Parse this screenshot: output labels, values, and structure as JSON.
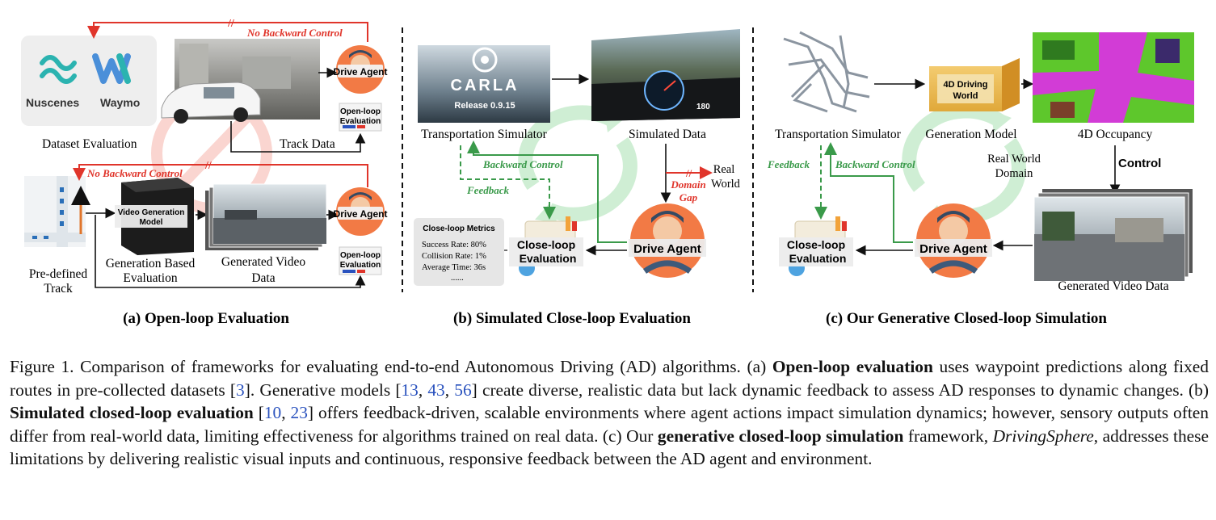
{
  "panel_a": {
    "logos": [
      "Nuscenes",
      "Waymo"
    ],
    "dataset_evaluation": "Dataset Evaluation",
    "no_backward_control_top": "No Backward Control",
    "no_backward_control_bottom": "No Backward Control",
    "drive_agent_top": "Drive Agent",
    "drive_agent_bottom": "Drive Agent",
    "openloop_eval_top": [
      "Open-loop",
      "Evaluation"
    ],
    "openloop_eval_bottom": [
      "Open-loop",
      "Evaluation"
    ],
    "track_data": "Track Data",
    "video_generation_model": [
      "Video Generation",
      "Model"
    ],
    "predefined_track": [
      "Pre-defined",
      "Track"
    ],
    "generation_based_evaluation": [
      "Generation Based",
      "Evaluation"
    ],
    "generated_video_data": [
      "Generated Video",
      "Data"
    ],
    "title": "(a) Open-loop Evaluation"
  },
  "panel_b": {
    "carla_logo": "CARLA",
    "carla_release": "Release 0.9.15",
    "transportation_simulator": "Transportation Simulator",
    "simulated_data": "Simulated Data",
    "backward_control": "Backward Control",
    "feedback": "Feedback",
    "domain_gap": [
      "Domain",
      "Gap"
    ],
    "real_world": [
      "Real",
      "World"
    ],
    "metrics_title": "Close-loop Metrics",
    "metrics": [
      "Success Rate: 80%",
      "Collision Rate: 1%",
      "Average Time: 36s",
      "......"
    ],
    "closeloop_eval": [
      "Close-loop",
      "Evaluation"
    ],
    "drive_agent": "Drive Agent",
    "gauge_speed": "180",
    "title": "(b) Simulated Close-loop Evaluation"
  },
  "panel_c": {
    "transportation_simulator": "Transportation Simulator",
    "driving_world": [
      "4D Driving",
      "World"
    ],
    "generation_model": "Generation Model",
    "occupancy": "4D Occupancy",
    "control": "Control",
    "real_world_domain": [
      "Real World",
      "Domain"
    ],
    "feedback": "Feedback",
    "backward_control": "Backward Control",
    "closeloop_eval": [
      "Close-loop",
      "Evaluation"
    ],
    "drive_agent": "Drive Agent",
    "generated_video_data": "Generated Video Data",
    "title": "(c) Our Generative Closed-loop Simulation"
  },
  "caption": {
    "lead": "Figure 1. Comparison of frameworks for evaluating end-to-end Autonomous Driving (AD) algorithms. (a) ",
    "open_loop_bold": "Open-loop evaluation",
    "t1": " uses waypoint predictions along fixed routes in pre-collected datasets [",
    "r3": "3",
    "t2": "]. Generative models [",
    "r13": "13",
    "c1": ", ",
    "r43": "43",
    "c2": ", ",
    "r56": "56",
    "t3": "] create diverse, realistic data but lack dynamic feedback to assess AD responses to dynamic changes. (b) ",
    "sim_bold": "Simulated closed-loop evaluation",
    "t4": " [",
    "r10": "10",
    "c3": ", ",
    "r23": "23",
    "t5": "] offers feedback-driven, scalable environments where agent actions impact simulation dynamics; however, sensory outputs often differ from real-world data, limiting effectiveness for algorithms trained on real data. (c) Our ",
    "gen_bold": "generative closed-loop simulation",
    "t6": " framework, ",
    "name_italic": "DrivingSphere",
    "t7": ", addresses these limitations by delivering realistic visual inputs and continuous, responsive feedback between the AD agent and environment."
  },
  "colors": {
    "red_arrow": "#e0352b",
    "green_dashed": "#3a9a4a",
    "green_cycle": "#bfe9c6",
    "red_cycle": "#f6c6bf",
    "ref_blue": "#2a52be",
    "magenta_occ": "#d23cd6",
    "green_occ": "#5ec72c"
  }
}
